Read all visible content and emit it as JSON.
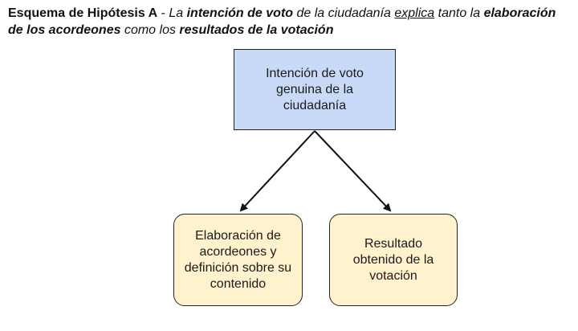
{
  "title": {
    "part1_bold": "Esquema de Hipótesis A",
    "sep": " - ",
    "part2_italic": "La ",
    "part3_bold_italic": "intención de voto",
    "part4_italic": " de la ciudadanía ",
    "part5_underline_italic": "explica",
    "part6_italic": " tanto la ",
    "part7_bold_italic": "elaboración de los acordeones",
    "part8_italic": " como los ",
    "part9_bold_italic": "resultados de la votación"
  },
  "nodes": {
    "cause": "Intención de voto genuina de la ciudadanía",
    "effect_left": "Elaboración de acordeones y definición sobre su contenido",
    "effect_right": "Resultado obtenido de la votación"
  },
  "colors": {
    "cause_fill": "#c9daf8",
    "effect_fill": "#fff2cc",
    "stroke": "#222222"
  }
}
